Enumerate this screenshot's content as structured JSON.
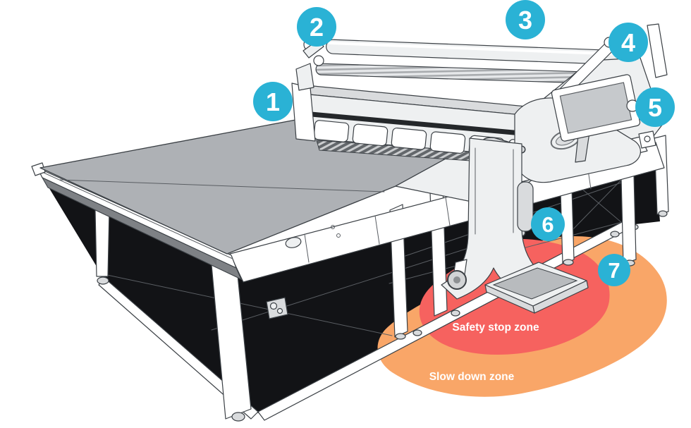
{
  "page": {
    "background": "#ffffff"
  },
  "callouts": {
    "badge_color": "#2ab2d5",
    "number_color": "#ffffff",
    "items": [
      {
        "number": "1"
      },
      {
        "number": "2"
      },
      {
        "number": "3"
      },
      {
        "number": "4"
      },
      {
        "number": "5"
      },
      {
        "number": "6"
      },
      {
        "number": "7"
      }
    ]
  },
  "zones": {
    "safety_stop": {
      "label": "Safety stop zone",
      "color": "#f6625f",
      "text_color": "#ffffff"
    },
    "slow_down": {
      "label": "Slow down zone",
      "color": "#f9a668",
      "text_color": "#ffffff"
    }
  }
}
